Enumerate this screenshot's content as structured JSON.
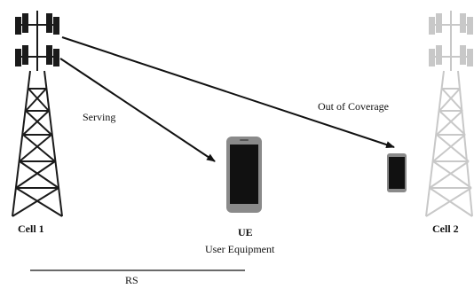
{
  "labels": {
    "cell1": "Cell 1",
    "cell2": "Cell 2",
    "ue": "UE",
    "ue_full": "User Equipment",
    "serving": "Serving",
    "out_of_coverage": "Out of Coverage",
    "rs": "RS"
  },
  "colors": {
    "tower_active": "#1a1a1a",
    "tower_faded": "#c8c8c8",
    "arrow": "#111111",
    "phone_body": "#8a8a8a",
    "phone_screen": "#111111"
  }
}
